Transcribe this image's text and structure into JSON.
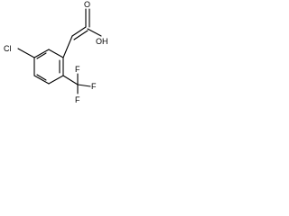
{
  "molecule": {
    "labels": {
      "o": "O",
      "oh": "OH",
      "cl": "Cl",
      "f_top": "F",
      "f_right": "F",
      "f_bottom": "F"
    },
    "colors": {
      "bond": "#000000",
      "text": "#000000",
      "background": "#ffffff"
    }
  }
}
